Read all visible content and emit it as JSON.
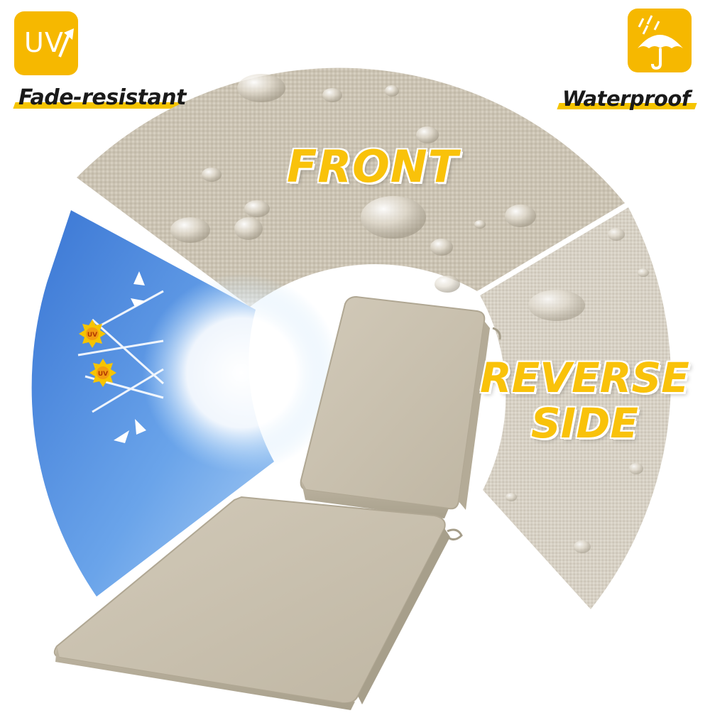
{
  "features": {
    "fade_resistant": {
      "label": "Fade-resistant",
      "badge_text": "UV",
      "icon": "uv-arrow-icon"
    },
    "waterproof": {
      "label": "Waterproof",
      "icon": "rain-umbrella-icon"
    }
  },
  "sections": {
    "front": "FRONT",
    "reverse_line1": "REVERSE",
    "reverse_line2": "SIDE"
  },
  "uv_mark": "UV",
  "colors": {
    "accent_yellow": "#f6b800",
    "fabric_front": "#cfc7b7",
    "fabric_reverse": "#d8d2c6",
    "sky_blue": "#4d8de0",
    "cushion": "#c9c0ae"
  }
}
